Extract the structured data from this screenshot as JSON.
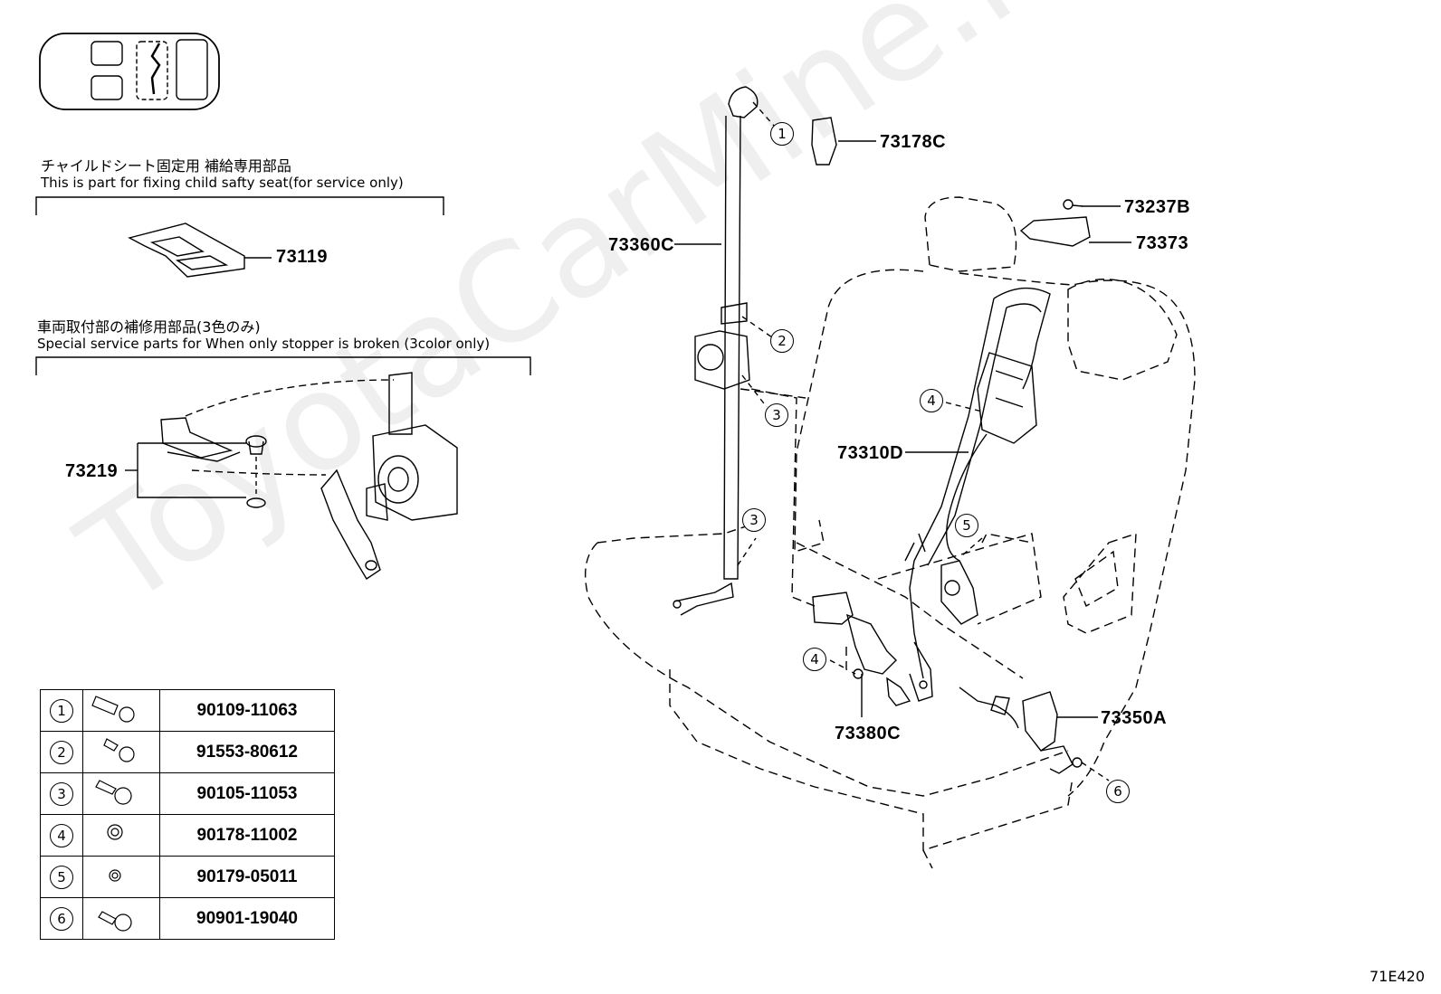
{
  "watermark": "ToyotaCarMine.ru",
  "figure_code": "71E420",
  "callouts": {
    "child_seat_jp": "チャイルドシート固定用  補給専用部品",
    "child_seat_en": "This is part for fixing child safty seat(for service only)",
    "stopper_jp": "車両取付部の補修用部品(3色のみ)",
    "stopper_en": "Special service parts for When only stopper is broken (3color only)"
  },
  "parts": {
    "p73119": "73119",
    "p73219": "73219",
    "p73178C": "73178C",
    "p73360C": "73360C",
    "p73237B": "73237B",
    "p73373": "73373",
    "p73310D": "73310D",
    "p73380C": "73380C",
    "p73350A": "73350A"
  },
  "refs": {
    "r1": "1",
    "r2": "2",
    "r3a": "3",
    "r3b": "3",
    "r4a": "4",
    "r4b": "4",
    "r5": "5",
    "r6": "6"
  },
  "fasteners": [
    {
      "ref": "1",
      "icon": "long-bolt-icon",
      "part": "90109-11063"
    },
    {
      "ref": "2",
      "icon": "bolt-icon",
      "part": "91553-80612"
    },
    {
      "ref": "3",
      "icon": "bolt-icon",
      "part": "90105-11053"
    },
    {
      "ref": "4",
      "icon": "nut-icon",
      "part": "90178-11002"
    },
    {
      "ref": "5",
      "icon": "small-nut-icon",
      "part": "90179-05011"
    },
    {
      "ref": "6",
      "icon": "bolt-icon",
      "part": "90901-19040"
    }
  ]
}
